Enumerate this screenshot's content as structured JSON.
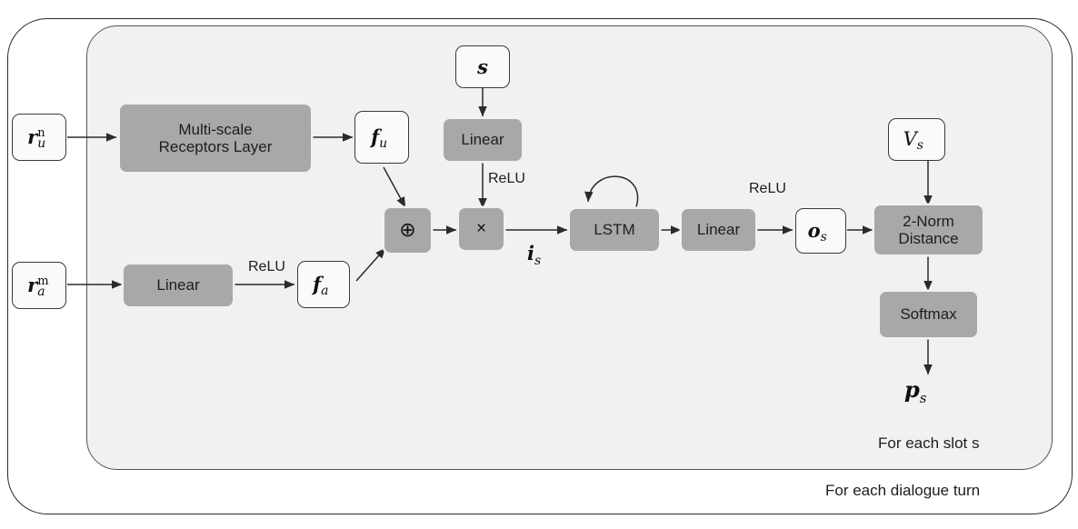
{
  "diagram": {
    "title": "Slot-value dialogue state tracking model architecture",
    "frames": {
      "outer_label": "For each dialogue turn",
      "inner_label": "For each slot s"
    },
    "colors": {
      "gray_block": "#a8a8a8",
      "white_block": "#fafafa",
      "panel": "#f1f1f1",
      "stroke": "#2b2b2b",
      "canvas": "#ffffff"
    },
    "nodes": [
      {
        "id": "r_u",
        "label": "r",
        "sup": "n",
        "sub": "u",
        "kind": "white-math"
      },
      {
        "id": "r_a",
        "label": "r",
        "sup": "m",
        "sub": "a",
        "kind": "white-math"
      },
      {
        "id": "multiscale",
        "label_line1": "Multi-scale",
        "label_line2": "Receptors Layer",
        "kind": "gray"
      },
      {
        "id": "linear_a",
        "label": "Linear",
        "kind": "gray"
      },
      {
        "id": "f_u",
        "label": "f",
        "sub": "u",
        "kind": "white-math"
      },
      {
        "id": "f_a",
        "label": "f",
        "sub": "a",
        "kind": "white-math"
      },
      {
        "id": "s",
        "label": "s",
        "kind": "white-math"
      },
      {
        "id": "linear_s",
        "label": "Linear",
        "kind": "gray"
      },
      {
        "id": "concat",
        "label": "⊕",
        "kind": "op"
      },
      {
        "id": "multiply",
        "label": "×",
        "kind": "op"
      },
      {
        "id": "lstm",
        "label": "LSTM",
        "kind": "gray"
      },
      {
        "id": "linear_out",
        "label": "Linear",
        "kind": "gray"
      },
      {
        "id": "o_s",
        "label": "o",
        "sub": "s",
        "kind": "white-math"
      },
      {
        "id": "v_s",
        "label": "V",
        "sub": "s",
        "kind": "white-math"
      },
      {
        "id": "two_norm",
        "label_line1": "2-Norm",
        "label_line2": "Distance",
        "kind": "gray"
      },
      {
        "id": "softmax",
        "label": "Softmax",
        "kind": "gray"
      },
      {
        "id": "p_s",
        "label": "p",
        "sub": "s",
        "kind": "math-free"
      }
    ],
    "edge_labels": [
      {
        "id": "relu_a",
        "text": "ReLU"
      },
      {
        "id": "relu_s",
        "text": "ReLU"
      },
      {
        "id": "relu_out",
        "text": "ReLU"
      },
      {
        "id": "i_s",
        "text": "i",
        "sub": "s"
      }
    ]
  }
}
